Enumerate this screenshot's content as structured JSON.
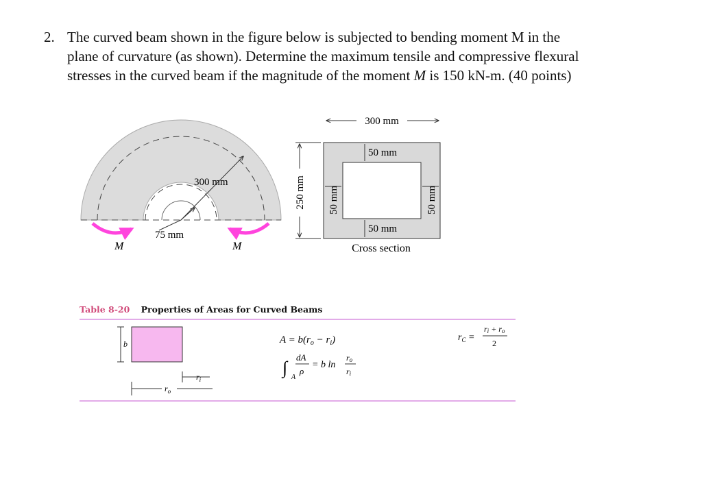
{
  "problem": {
    "number": "2.",
    "line1": "The curved beam shown in the figure below is subjected to bending moment M in the",
    "line2": "plane of curvature (as shown). Determine the maximum tensile and compressive flexural",
    "line3_a": "stresses in the curved beam if the magnitude of the moment ",
    "line3_m": "M",
    "line3_b": " is 150 kN-m. (40 points)"
  },
  "beam_figure": {
    "outer_radius_label": "300 mm",
    "inner_radius_label": "75 mm",
    "moment_left": "M",
    "moment_right": "M",
    "arrow_color": "#ff44dd",
    "fill_color": "#dcdcdc"
  },
  "cross_section": {
    "width_label": "300 mm",
    "height_label": "250 mm",
    "top_flange_label": "50 mm",
    "bottom_flange_label": "50 mm",
    "left_web_label": "50 mm",
    "right_web_label": "50 mm",
    "caption": "Cross section"
  },
  "table": {
    "number": "Table 8-20",
    "title": "Properties of Areas for Curved Beams",
    "line_color": "#d88fe0",
    "rect_fill": "#f7b8ef",
    "dim_b": "b",
    "dim_ri": "r",
    "sub_i": "i",
    "dim_ro": "r",
    "sub_o": "o",
    "area_formula": "A = b(r",
    "integral_part": "dA",
    "integral_den": "ρ",
    "integral_sub": "A",
    "integral_rhs": "= b ln",
    "rc_label": "r",
    "rc_sub": "C",
    "rc_num": "r",
    "rc_den": "2"
  }
}
